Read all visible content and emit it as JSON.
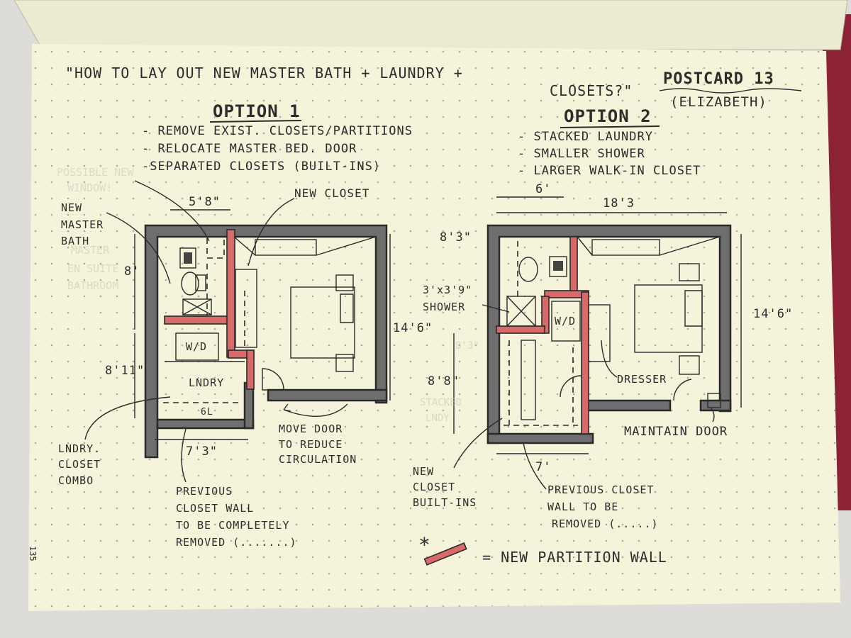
{
  "page_number": "135",
  "header": {
    "question": "\"HOW TO LAY OUT NEW MASTER BATH + LAUNDRY +",
    "question_cont": "CLOSETS?\"",
    "postcard": "POSTCARD 13",
    "author": "(ELIZABETH)"
  },
  "option1": {
    "title": "OPTION 1",
    "notes": [
      "- REMOVE EXIST. CLOSETS/PARTITIONS",
      "- RELOCATE MASTER BED. DOOR",
      "-SEPARATED CLOSETS (BUILT-INS)"
    ],
    "faint_notes": [
      "POSSIBLE NEW",
      "WINDOW!",
      "MASTER",
      "EN SUITE",
      "BATHROOM"
    ],
    "labels": {
      "new_master_bath": [
        "NEW",
        "MASTER",
        "BATH"
      ],
      "new_closet": "NEW CLOSET",
      "wd": "W/D",
      "lndry": "LNDRY",
      "closet_tag": "6L",
      "lndry_closet_combo": [
        "LNDRY.",
        "CLOSET",
        "COMBO"
      ],
      "move_door": [
        "MOVE DOOR",
        "TO REDUCE",
        "CIRCULATION"
      ],
      "previous_wall": [
        "PREVIOUS",
        "CLOSET WALL",
        "TO BE COMPLETELY",
        "REMOVED (.......)"
      ]
    },
    "dims": {
      "top": "5'8\"",
      "left_upper": "8'",
      "left_lower": "8'11\"",
      "right": "14'6\"",
      "bottom": "7'3\""
    }
  },
  "option2": {
    "title": "OPTION 2",
    "notes": [
      "- STACKED LAUNDRY",
      "- SMALLER SHOWER",
      "- LARGER WALK-IN CLOSET"
    ],
    "faint_notes": [
      "STACKED",
      "LNDY",
      "8'3\""
    ],
    "labels": {
      "shower": [
        "3'x3'9\"",
        "SHOWER"
      ],
      "wd": "W/D",
      "dresser": "DRESSER",
      "maintain_door": "MAINTAIN DOOR",
      "new_closet": [
        "NEW",
        "CLOSET",
        "BUILT-INS"
      ],
      "previous_wall": [
        "PREVIOUS CLOSET",
        "WALL TO BE",
        "REMOVED (.....)"
      ]
    },
    "dims": {
      "top_left": "6'",
      "top": "18'3",
      "left_upper": "8'3\"",
      "right": "14'6\"",
      "left_lower": "8'8\"",
      "bottom": "7'"
    }
  },
  "legend": {
    "text": "= NEW PARTITION WALL",
    "swatch_color": "#d86a6a"
  },
  "colors": {
    "paper": "#f5f3da",
    "ink": "#2c2c2c",
    "wall": "#6e6e6e",
    "new_partition": "#d86a6a",
    "accent_binding": "#8c2236"
  }
}
